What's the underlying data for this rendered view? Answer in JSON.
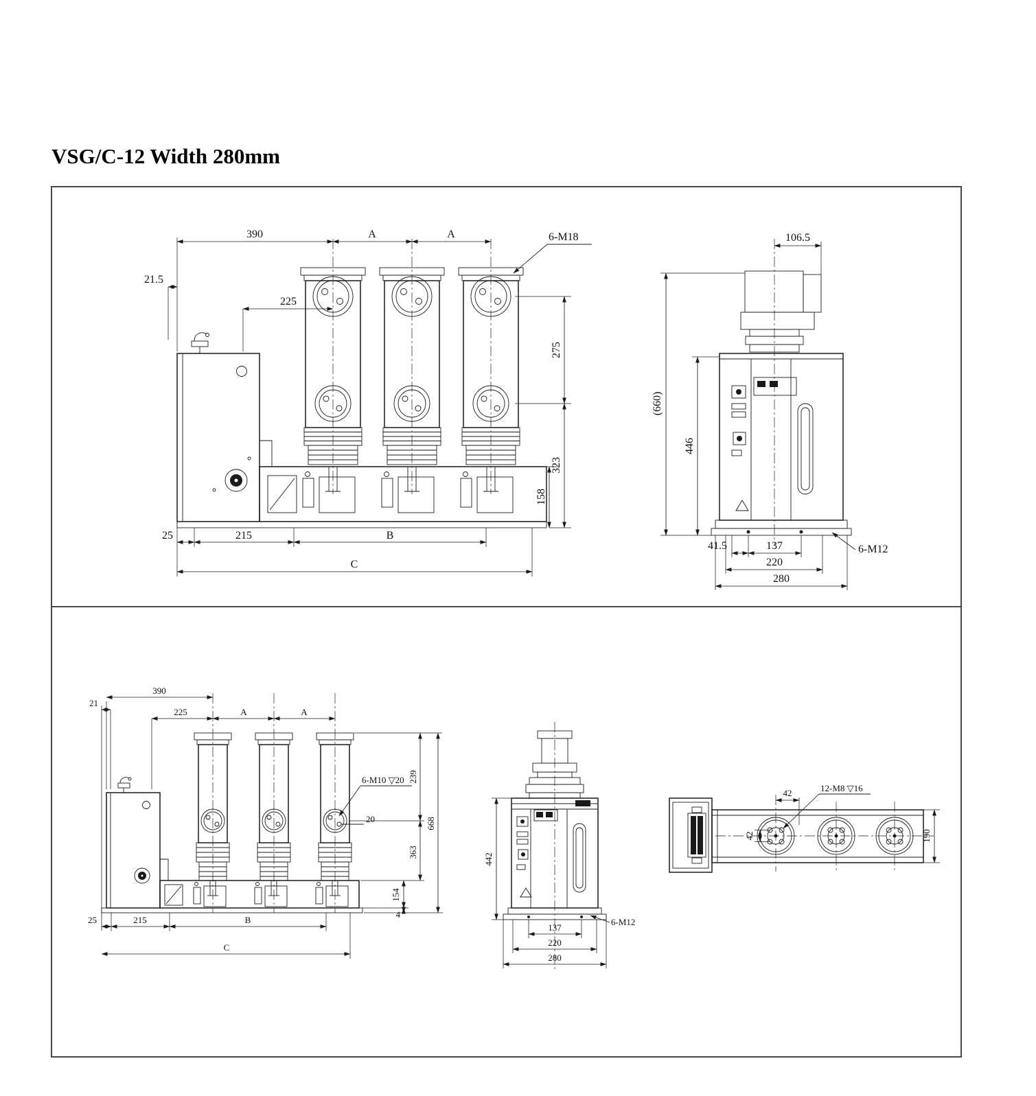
{
  "title": "VSG/C-12 Width 280mm",
  "colors": {
    "line": "#1a1a1a",
    "background": "#ffffff"
  },
  "top_front": {
    "dim_390": "390",
    "dim_A1": "A",
    "dim_A2": "A",
    "label_6M18": "6-M18",
    "dim_21_5": "21.5",
    "dim_225": "225",
    "dim_275": "275",
    "dim_323": "323",
    "dim_158": "158",
    "dim_25": "25",
    "dim_215": "215",
    "dim_B": "B",
    "dim_C": "C"
  },
  "top_side": {
    "dim_106_5": "106.5",
    "dim_660": "(660)",
    "dim_446": "446",
    "dim_41_5": "41.5",
    "dim_137": "137",
    "dim_220": "220",
    "dim_280": "280",
    "label_6M12": "6-M12"
  },
  "bottom_front": {
    "dim_390": "390",
    "dim_21": "21",
    "dim_225": "225",
    "dim_A1": "A",
    "dim_A2": "A",
    "label_6M10": "6-M10 ▽20",
    "dim_239": "239",
    "dim_20": "20",
    "dim_668": "668",
    "dim_363": "363",
    "dim_154": "154",
    "dim_4": "4",
    "dim_25": "25",
    "dim_215": "215",
    "dim_B": "B",
    "dim_C": "C"
  },
  "bottom_side": {
    "dim_442": "442",
    "dim_137": "137",
    "dim_220": "220",
    "dim_280": "280",
    "label_6M12": "6-M12"
  },
  "bottom_top": {
    "dim_42_h": "42",
    "label_12M8": "12-M8 ▽16",
    "dim_42_v": "42",
    "dim_190": "190"
  }
}
